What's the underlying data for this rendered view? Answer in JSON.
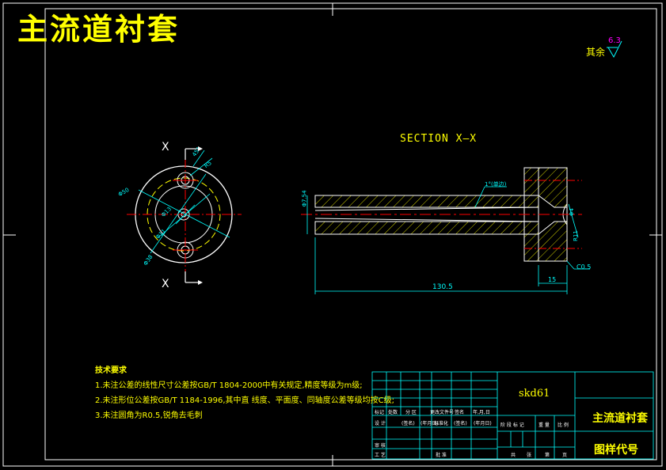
{
  "drawing": {
    "title": "主流道衬套",
    "section_label": "SECTION X—X",
    "cut_marker": "X",
    "roughness": {
      "label": "其余",
      "value": "6.3"
    }
  },
  "front_view": {
    "dims": {
      "d50": "Φ50",
      "d13": "Φ13",
      "d38": "Φ38",
      "d11": "Φ11",
      "angle": "45°",
      "hole_r": "R5"
    }
  },
  "section_view": {
    "dims": {
      "taper": "1°(单边)",
      "d754": "Φ7.54",
      "d4": "Φ4",
      "r11": "R11",
      "length": "130.5",
      "flange": "15",
      "chamfer": "C0.5"
    }
  },
  "tech_requirements": {
    "heading": "技术要求",
    "items": [
      "1.未注公差的线性尺寸公差按GB/T 1804-2000中有关规定,精度等级为m级;",
      "2.未注形位公差按GB/T 1184-1996,其中直 线度、平面度、同轴度公差等级均按C级;",
      "3.未注圆角为R0.5,锐角去毛刺"
    ]
  },
  "title_block": {
    "material": "skd61",
    "part_name": "主流道衬套",
    "drawing_no": "图样代号",
    "row_labels": [
      "标记",
      "处数",
      "分 区",
      "更改文件号",
      "签名",
      "年,月,日"
    ],
    "sign_row": [
      "(签名)",
      "(年月日)",
      "标准化",
      "(签名)",
      "(年月日)"
    ],
    "left_rows": [
      "设 计",
      "审 核",
      "工 艺"
    ],
    "approve": "批 准",
    "stage_row": [
      "阶 段 标 记",
      "重 量",
      "比 例"
    ],
    "sheet_row": [
      "共",
      "张",
      "第",
      "页"
    ]
  }
}
